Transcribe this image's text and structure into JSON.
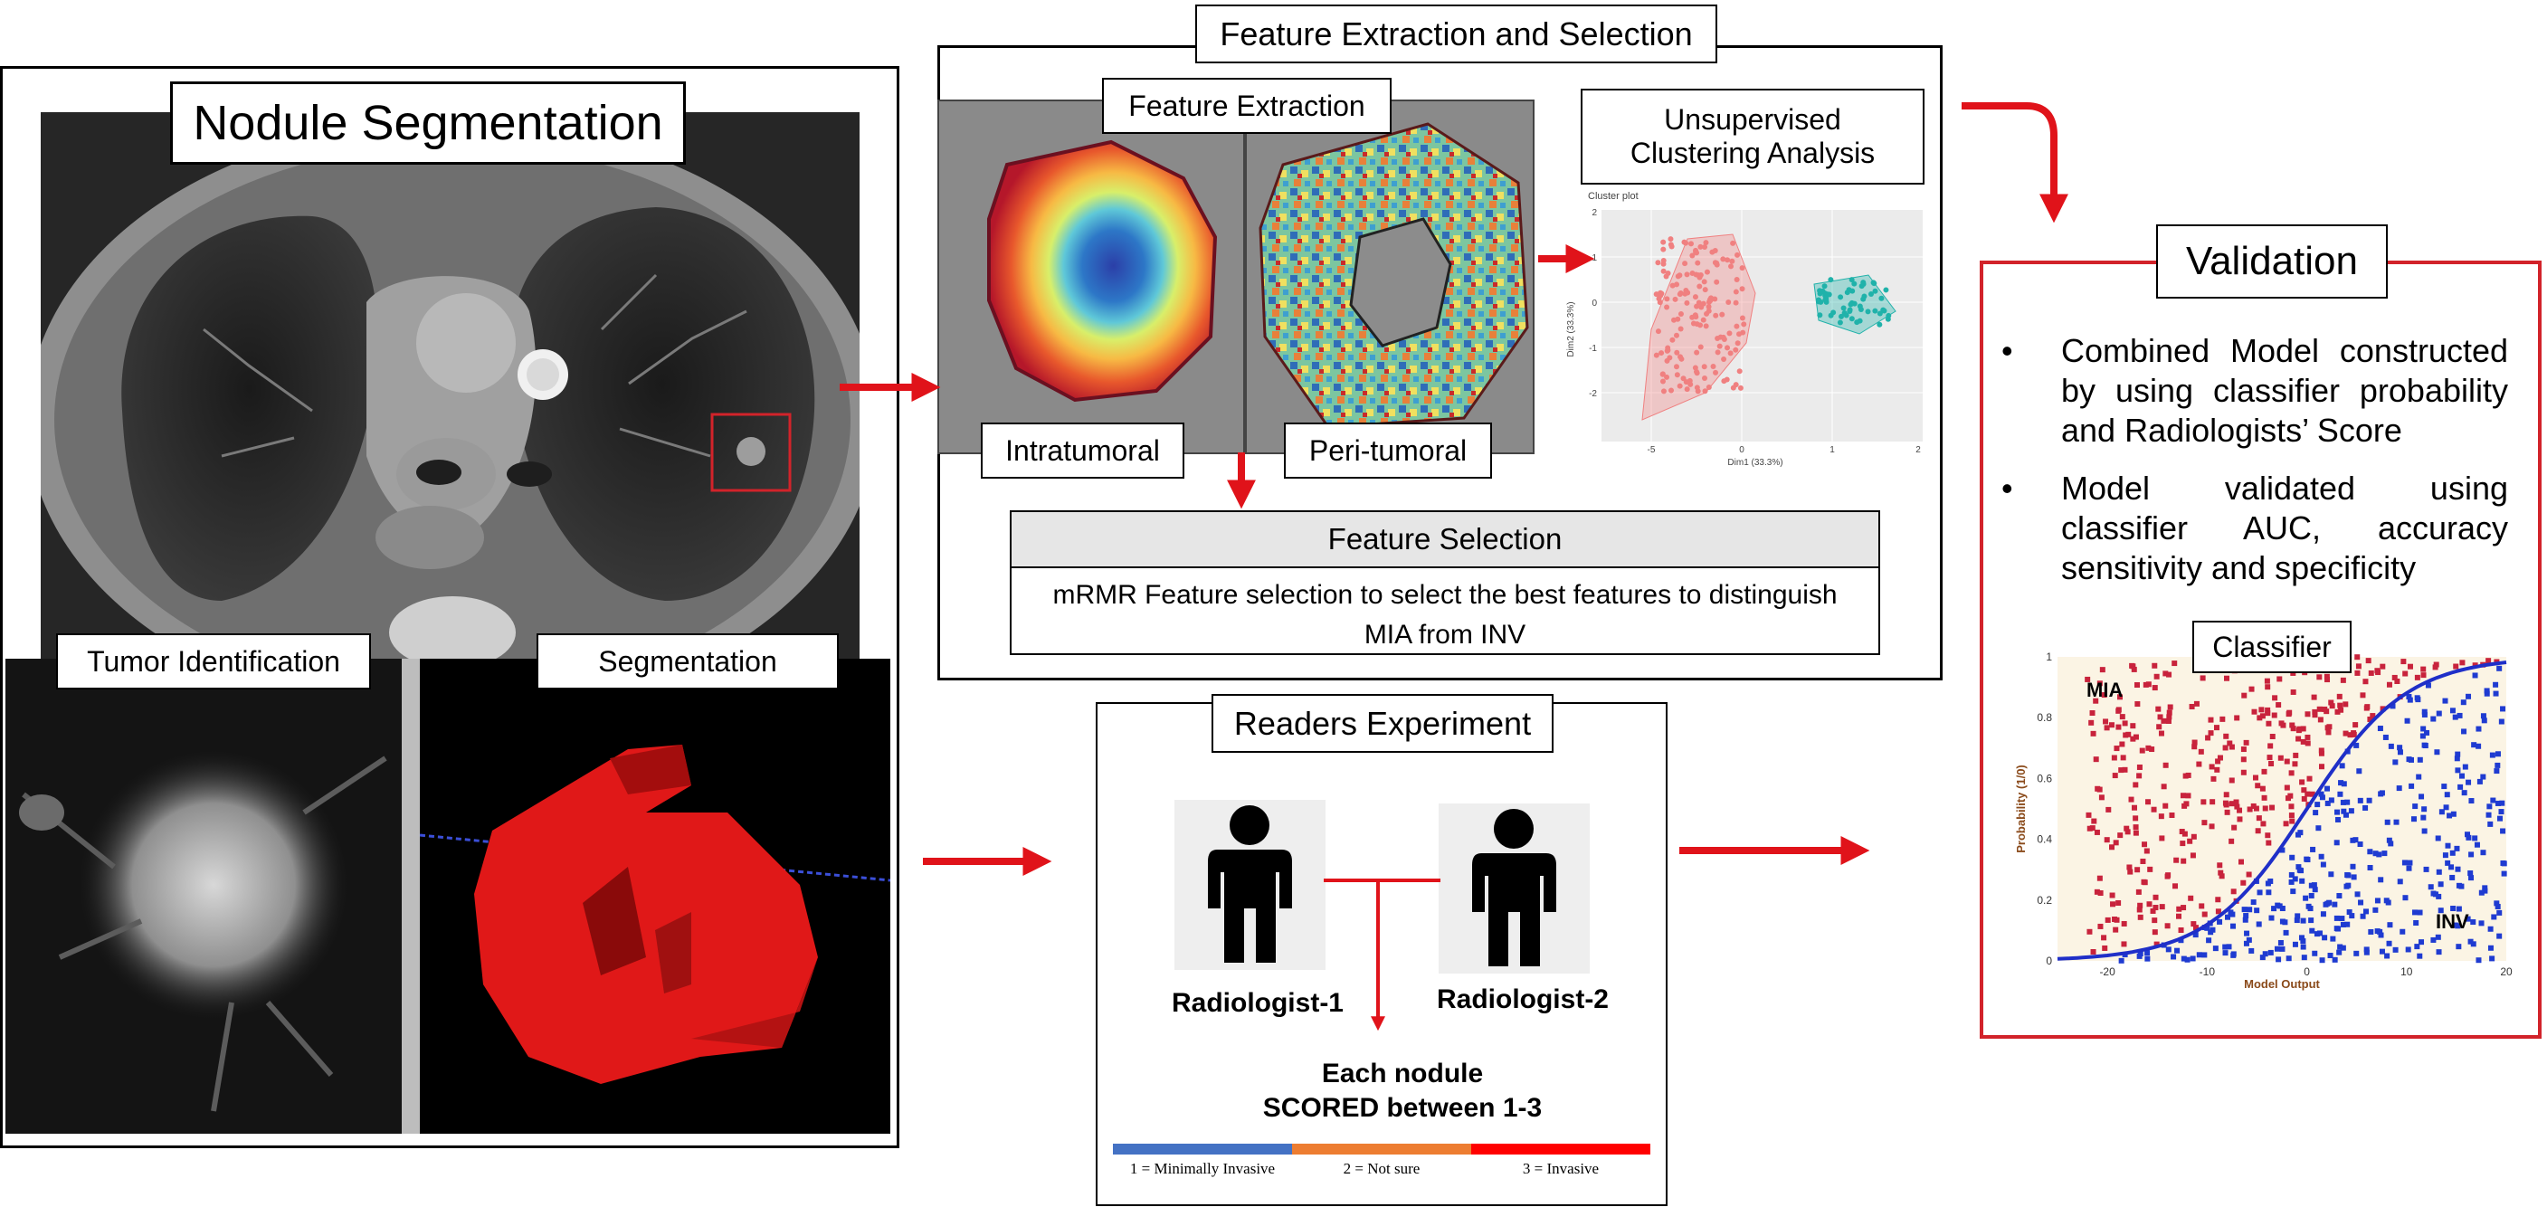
{
  "nodule_segmentation": {
    "title": "Nodule Segmentation",
    "tumor_identification_label": "Tumor Identification",
    "segmentation_label": "Segmentation"
  },
  "feature_extraction_selection": {
    "title": "Feature Extraction and Selection",
    "feature_extraction_label": "Feature Extraction",
    "intratumoral_label": "Intratumoral",
    "peritumoral_label": "Peri-tumoral",
    "clustering_label": "Unsupervised Clustering Analysis",
    "cluster_plot": {
      "title": "Cluster plot",
      "xlabel": "Dim1 (33.3%)",
      "ylabel": "Dim2 (33.3%)",
      "x_ticks": [
        "-5",
        "0",
        "1",
        "2"
      ],
      "y_ticks": [
        "2",
        "1",
        "0",
        "-1",
        "-2"
      ],
      "colors": {
        "cluster1": "#f08080",
        "cluster2": "#20b2aa"
      }
    },
    "feature_selection_title": "Feature Selection",
    "feature_selection_text": "mRMR Feature selection to select the best features to distinguish MIA from INV"
  },
  "readers_experiment": {
    "title": "Readers Experiment",
    "reader1": "Radiologist-1",
    "reader2": "Radiologist-2",
    "scored_line1": "Each nodule",
    "scored_line2": "SCORED between 1-3",
    "scale": [
      {
        "label": "1 = Minimally Invasive",
        "color": "#4472c4"
      },
      {
        "label": "2 = Not sure",
        "color": "#ed7d31"
      },
      {
        "label": "3 = Invasive",
        "color": "#ff0000"
      }
    ]
  },
  "validation": {
    "title": "Validation",
    "bullets": [
      "Combined Model constructed by using classifier probability and Radiologists’ Score",
      "Model validated using classifier AUC, accuracy sensitivity and specificity"
    ],
    "classifier_label": "Classifier",
    "classifier_chart": {
      "xlabel": "Model Output",
      "ylabel": "Probability (1/0)",
      "x_ticks": [
        "-20",
        "-10",
        "0",
        "10",
        "20"
      ],
      "y_ticks": [
        "1",
        "0.8",
        "0.6",
        "0.4",
        "0.2",
        "0"
      ],
      "mia_label": "MIA",
      "inv_label": "INV",
      "colors": {
        "mia": "#c8233c",
        "inv": "#1f3bd1",
        "curve": "#1f2fc8"
      }
    }
  },
  "colors": {
    "arrow": "#e0131a",
    "panel_border_red": "#d2232a"
  }
}
